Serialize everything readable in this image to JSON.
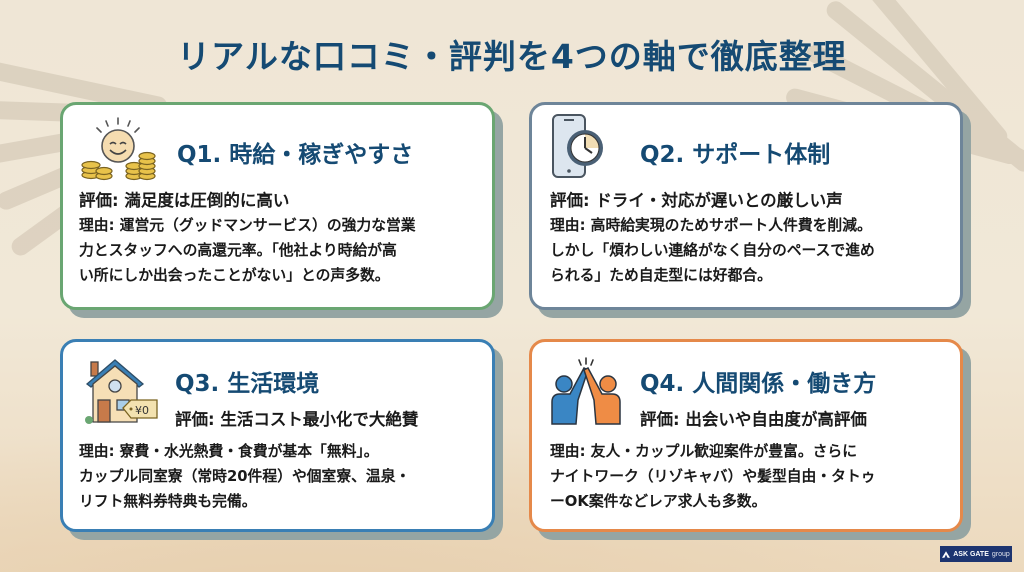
{
  "title": "リアルな口コミ・評判を4つの軸で徹底整理",
  "cards": [
    {
      "id": "q1",
      "icon": "smiling-sun-coins-icon",
      "title": "Q1. 時給・稼ぎやすさ",
      "evaluation": "評価: 満足度は圧倒的に高い",
      "reason_lines": [
        "理由: 運営元（グッドマンサービス）の強力な営業",
        "力とスタッフへの高還元率。「他社より時給が高",
        "い所にしか出会ったことがない」との声多数。"
      ],
      "border_color": "#6aa672"
    },
    {
      "id": "q2",
      "icon": "smartphone-clock-icon",
      "title": "Q2. サポート体制",
      "evaluation": "評価: ドライ・対応が遅いとの厳しい声",
      "reason_lines": [
        "理由: 高時給実現のためサポート人件費を削減。",
        "しかし「煩わしい連絡がなく自分のペースで進め",
        "られる」ため自走型には好都合。"
      ],
      "border_color": "#6e8599"
    },
    {
      "id": "q3",
      "icon": "house-price-tag-icon",
      "icon_tag_text": "¥0",
      "title": "Q3. 生活環境",
      "evaluation": "評価: 生活コスト最小化で大絶賛",
      "reason_lines": [
        "理由: 寮費・水光熱費・食費が基本「無料」。",
        "カップル同室寮（常時20件程）や個室寮、温泉・",
        "リフト無料券特典も完備。"
      ],
      "border_color": "#3a7fb4"
    },
    {
      "id": "q4",
      "icon": "high-five-icon",
      "title": "Q4. 人間関係・働き方",
      "evaluation": "評価: 出会いや自由度が高評価",
      "reason_lines": [
        "理由: 友人・カップル歓迎案件が豊富。さらに",
        "ナイトワーク（リゾキャバ）や髪型自由・タトゥ",
        "ーOK案件などレア求人も多数。"
      ],
      "border_color": "#e5894a"
    }
  ],
  "brand": {
    "name": "ASK GATE",
    "suffix": "group"
  },
  "colors": {
    "title": "#154a73",
    "background": "#efe6d6",
    "card_shadow": "#95a5a3",
    "brand_bg": "#1c3470"
  }
}
